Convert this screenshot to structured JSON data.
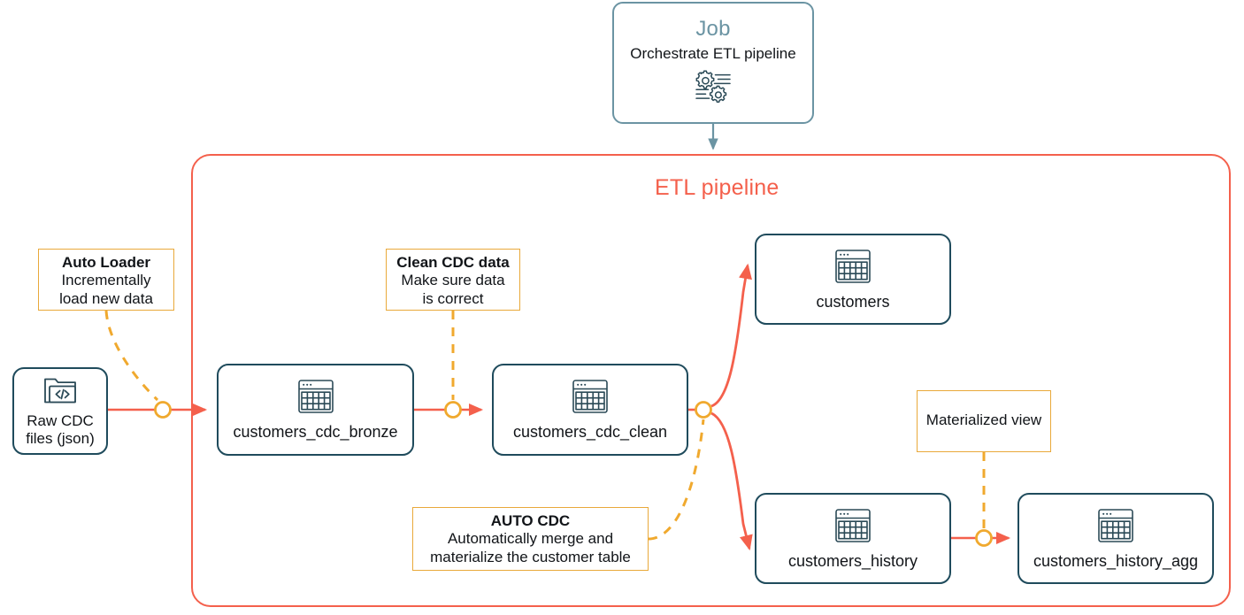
{
  "diagram": {
    "title": "ETL pipeline diagram",
    "colors": {
      "pipeline_border": "#f4604c",
      "pipeline_label": "#f4604c",
      "node_border": "#1f4b5c",
      "job_border": "#6b94a3",
      "job_title": "#6b94a3",
      "annotation_border": "#e9a93a",
      "annotation_connector": "#f0a92e",
      "flow_arrow": "#f4604c",
      "junction_ring": "#f0a92e",
      "text": "#111418"
    }
  },
  "job": {
    "title": "Job",
    "subtitle": "Orchestrate ETL pipeline",
    "icon": "gears-pipeline-icon"
  },
  "pipeline": {
    "label": "ETL pipeline"
  },
  "nodes": [
    {
      "id": "raw",
      "label": "Raw CDC\nfiles (json)",
      "icon": "folder-code-icon"
    },
    {
      "id": "bronze",
      "label": "customers_cdc_bronze",
      "icon": "table-icon"
    },
    {
      "id": "clean",
      "label": "customers_cdc_clean",
      "icon": "table-icon"
    },
    {
      "id": "customers",
      "label": "customers",
      "icon": "table-icon"
    },
    {
      "id": "history",
      "label": "customers_history",
      "icon": "table-icon"
    },
    {
      "id": "history_agg",
      "label": "customers_history_agg",
      "icon": "table-icon"
    }
  ],
  "node_labels": {
    "raw_line1": "Raw CDC",
    "raw_line2": "files (json)",
    "bronze": "customers_cdc_bronze",
    "clean": "customers_cdc_clean",
    "customers": "customers",
    "history": "customers_history",
    "history_agg": "customers_history_agg"
  },
  "annotations": {
    "auto_loader": {
      "title": "Auto Loader",
      "line1": "Incrementally",
      "line2": "load new data"
    },
    "clean_cdc": {
      "title": "Clean CDC data",
      "line1": "Make sure data",
      "line2": "is correct"
    },
    "auto_cdc": {
      "title": "AUTO CDC",
      "line1": "Automatically merge and",
      "line2": "materialize the customer table"
    },
    "materialized_view": {
      "title": "Materialized view"
    }
  }
}
